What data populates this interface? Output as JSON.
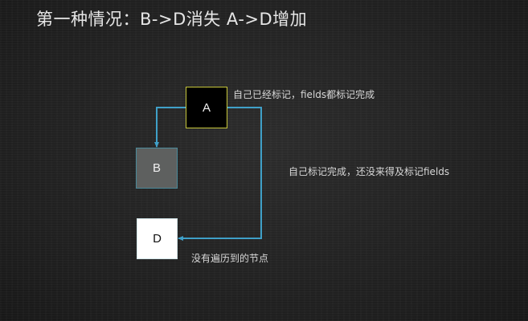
{
  "title": "第一种情况：B->D消失 A->D增加",
  "colors": {
    "edge": "#3fa0c8",
    "node_a_border": "#c8c83c",
    "node_b_fill": "#5e605f",
    "node_d_fill": "#ffffff",
    "background": "#232323"
  },
  "nodes": {
    "a": {
      "label": "A",
      "state": "black"
    },
    "b": {
      "label": "B",
      "state": "gray"
    },
    "d": {
      "label": "D",
      "state": "white"
    }
  },
  "edges": [
    {
      "from": "A",
      "to": "B"
    },
    {
      "from": "A",
      "to": "D"
    }
  ],
  "annotations": {
    "a_note": "自己已经标记，fields都标记完成",
    "b_note": "自己标记完成，还没来得及标记fields",
    "d_note": "没有遍历到的节点"
  }
}
